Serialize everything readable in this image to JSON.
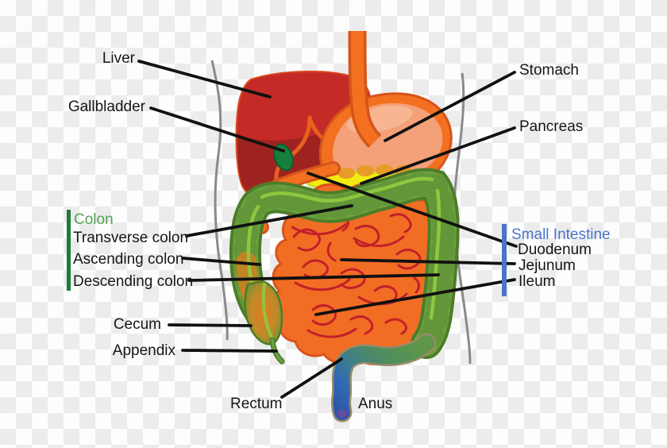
{
  "diagram": {
    "title_implicit": "Human digestive system diagram",
    "labels": {
      "liver": "Liver",
      "gallbladder": "Gallbladder",
      "stomach": "Stomach",
      "pancreas": "Pancreas",
      "colon_group": "Colon",
      "transverse_colon": "Transverse colon",
      "ascending_colon": "Ascending colon",
      "descending_colon": "Descending colon",
      "cecum": "Cecum",
      "appendix": "Appendix",
      "rectum": "Rectum",
      "anus": "Anus",
      "small_intestine_group": "Small Intestine",
      "duodenum": "Duodenum",
      "jejunum": "Jejunum",
      "ileum": "Ileum"
    },
    "colors": {
      "checker_light": "#fdfdfd",
      "checker_dark": "#ececec",
      "leader_line": "#111111",
      "body_outline": "#8a8a8a",
      "liver_bright": "#c42a26",
      "liver_dark": "#9e2320",
      "gallbladder_green": "#177f3e",
      "esophagus_orange": "#f2701f",
      "stomach_rim_orange": "#f2701f",
      "stomach_inner_salmon": "#f4a078",
      "pancreas_yellow": "#f3ea12",
      "small_intestine_orange": "#f26d24",
      "intestine_squiggle_red": "#c2202a",
      "colon_green": "#6ba23f",
      "colon_outline_green": "#4e7c29",
      "colon_taenia_light_green": "#8fc63f",
      "cecum_orange": "#df7d20",
      "rectum_blue": "#2f6bb4",
      "colon_label_green": "#56a254",
      "colon_bar_green": "#1d7c3a",
      "small_intestine_label_blue": "#4a74cc"
    }
  }
}
